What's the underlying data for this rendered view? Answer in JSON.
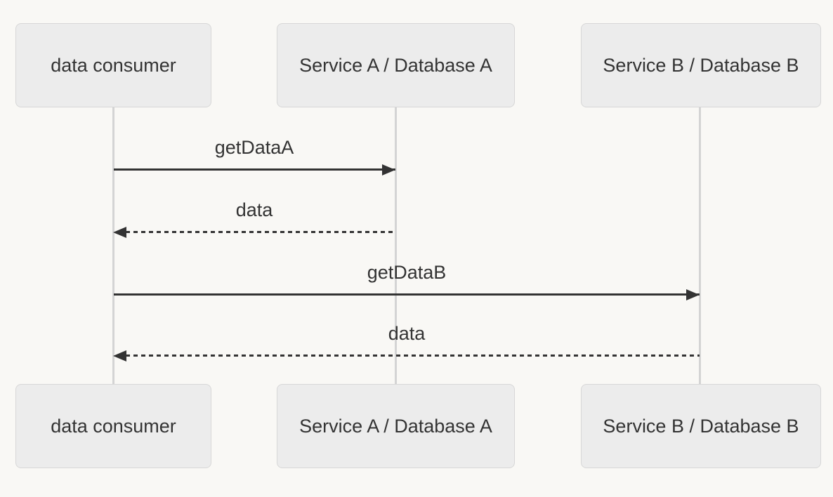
{
  "diagram": {
    "type": "sequence-diagram",
    "colors": {
      "background": "#f9f8f5",
      "actor_fill": "#ececec",
      "actor_border": "#d7d7d7",
      "text": "#333333",
      "message_line": "#333333",
      "lifeline": "#d4d4d4"
    },
    "actors": [
      {
        "id": "data-consumer",
        "label": "data consumer"
      },
      {
        "id": "service-a",
        "label": "Service A / Database A"
      },
      {
        "id": "service-b",
        "label": "Service B / Database B"
      }
    ],
    "messages": [
      {
        "label": "getDataA",
        "from": "data consumer",
        "to": "Service A / Database A",
        "line": "solid",
        "direction": "right"
      },
      {
        "label": "data",
        "from": "Service A / Database A",
        "to": "data consumer",
        "line": "dashed",
        "direction": "left"
      },
      {
        "label": "getDataB",
        "from": "data consumer",
        "to": "Service B / Database B",
        "line": "solid",
        "direction": "right"
      },
      {
        "label": "data",
        "from": "Service B / Database B",
        "to": "data consumer",
        "line": "dashed",
        "direction": "left"
      }
    ]
  }
}
